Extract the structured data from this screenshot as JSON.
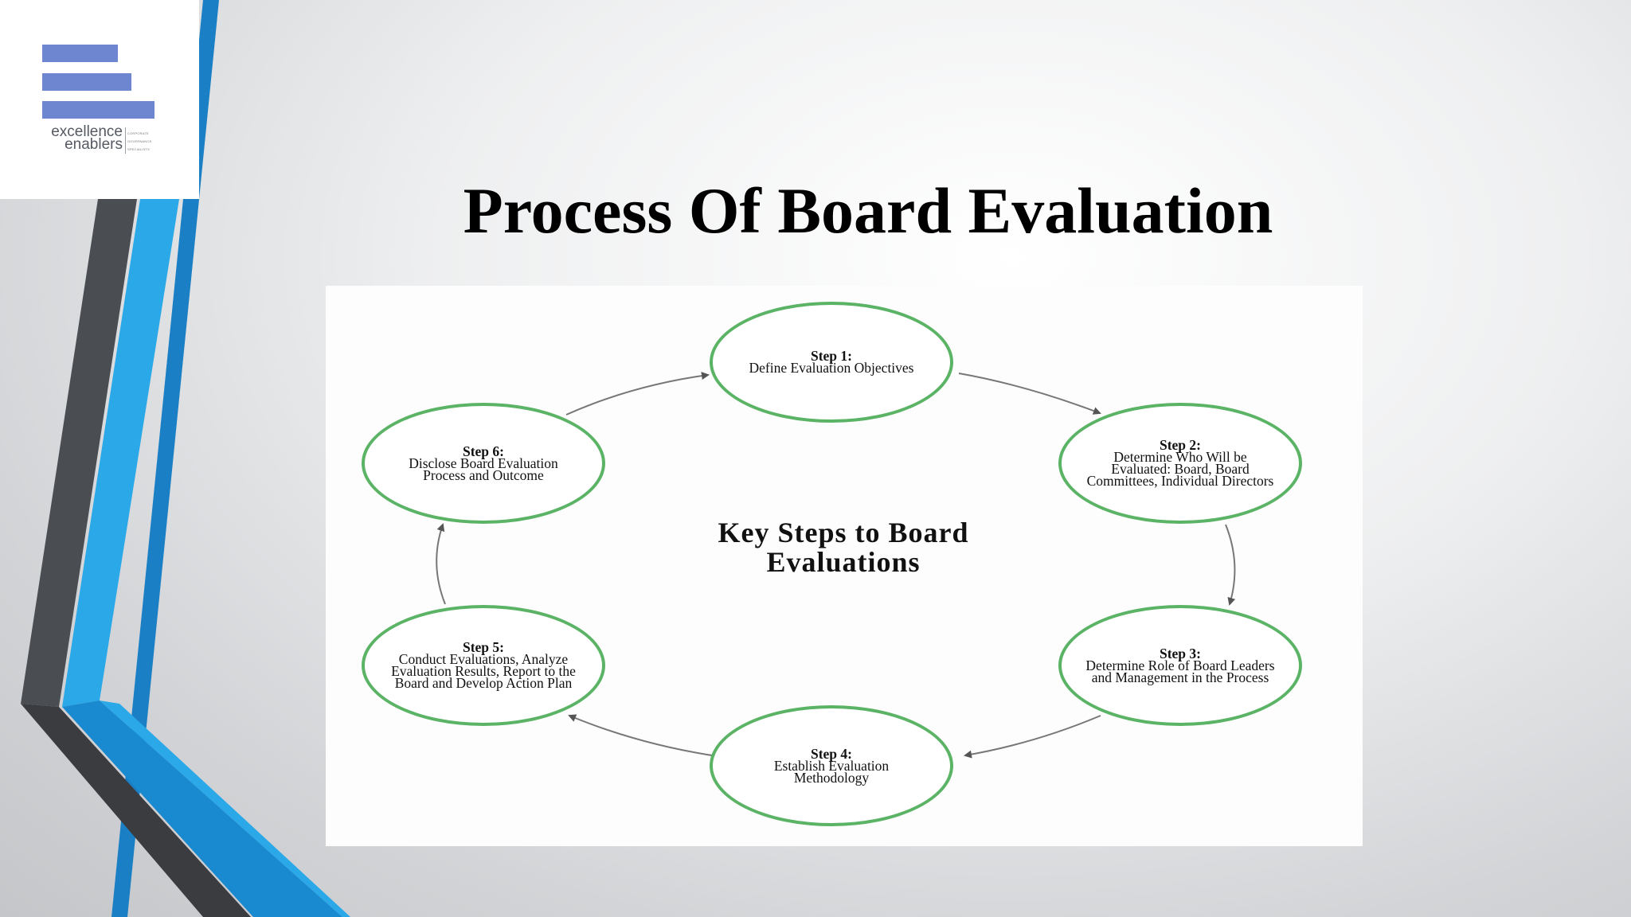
{
  "logo": {
    "line1": "excellence",
    "line2": "enablers",
    "tagline": [
      "CORPORATE",
      "GOVERNANCE",
      "SPECIALISTS"
    ]
  },
  "slide": {
    "title": "Process Of Board Evaluation"
  },
  "diagram": {
    "center_label": "Key Steps to Board Evaluations",
    "steps": [
      {
        "label": "Step 1:",
        "text": "Define Evaluation Objectives"
      },
      {
        "label": "Step 2:",
        "text": "Determine Who Will be Evaluated: Board, Board Committees, Individual Directors"
      },
      {
        "label": "Step 3:",
        "text": "Determine Role of Board Leaders and Management in the Process"
      },
      {
        "label": "Step 4:",
        "text": "Establish Evaluation Methodology"
      },
      {
        "label": "Step 5:",
        "text": "Conduct Evaluations, Analyze Evaluation Results, Report to the Board and Develop Action Plan"
      },
      {
        "label": "Step 6:",
        "text": "Disclose Board Evaluation Process and Outcome"
      }
    ]
  },
  "colors": {
    "accent_blue": "#2aa8e8",
    "dark_stripe": "#4a4d52",
    "circle_border": "#5bb365",
    "logo_bars": "#6e86cf"
  }
}
